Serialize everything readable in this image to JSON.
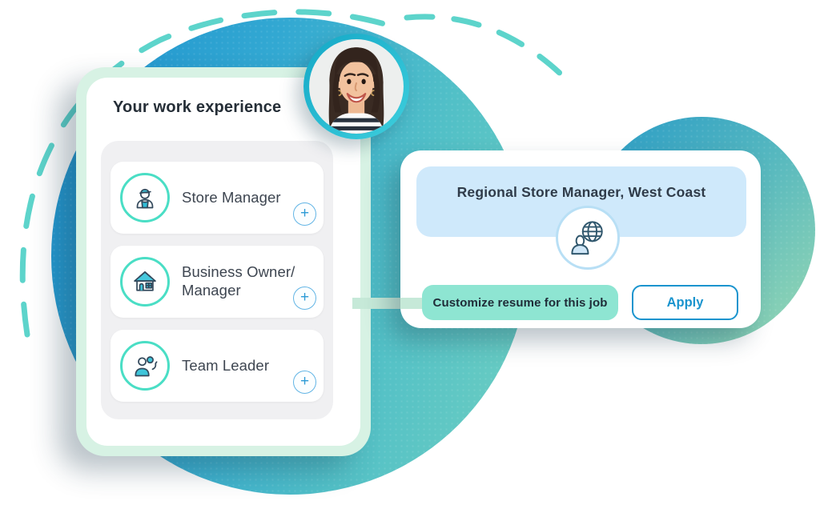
{
  "left_card": {
    "heading": "Your work experience",
    "items": [
      {
        "label": "Store Manager",
        "icon": "store-manager-icon",
        "add_symbol": "+"
      },
      {
        "label": "Business Owner/\nManager",
        "icon": "business-owner-icon",
        "add_symbol": "+"
      },
      {
        "label": "Team Leader",
        "icon": "team-leader-icon",
        "add_symbol": "+"
      }
    ]
  },
  "right_card": {
    "job_title": "Regional Store Manager, West Coast",
    "icon": "person-globe-icon",
    "customize_button_label": "Customize resume for this job",
    "apply_button_label": "Apply"
  },
  "avatar": {
    "icon": "woman-portrait-photo"
  },
  "colors": {
    "accent_teal": "#4adec5",
    "mint_button": "#8ee5d2",
    "mint_card_border": "#d7f2e4",
    "banner_blue": "#cfe9fb",
    "brand_blue": "#1a94ce",
    "blob_blue": "#1f93cf",
    "blob_teal": "#6bcdc1",
    "blob_green": "#8fd4b4",
    "dash_teal": "#4fd0c7"
  }
}
